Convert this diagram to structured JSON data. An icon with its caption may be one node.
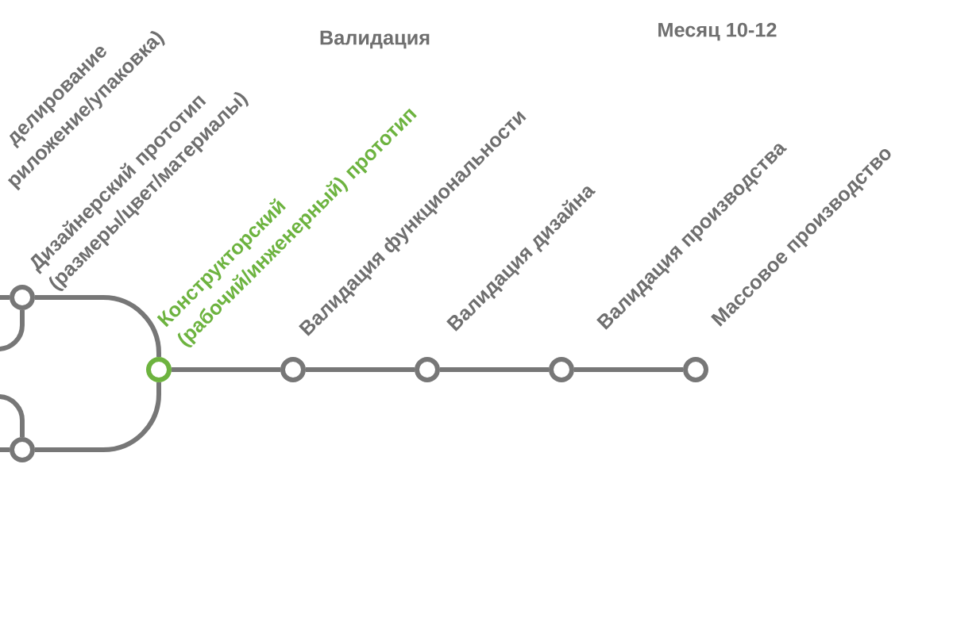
{
  "diagram": {
    "nodes": [
      {
        "text": [],
        "shape": "circle",
        "beside": [
          "Дизайнерский прототип (размеры/цвет/материалы)"
        ]
      },
      {
        "text": [],
        "shape": "circle"
      },
      {
        "text": [],
        "shape": "circle",
        "beside": [
          "Конструкторский (рабочий/инженерный) прототип"
        ]
      },
      {
        "text": [],
        "shape": "circle",
        "beside": [
          "Валидация функциональности"
        ]
      },
      {
        "text": [],
        "shape": "circle",
        "beside": [
          "Валидация дизайна"
        ]
      },
      {
        "text": [],
        "shape": "circle",
        "beside": [
          "Валидация производства"
        ]
      },
      {
        "text": [],
        "shape": "circle",
        "beside": [
          "Массовое производство"
        ]
      }
    ],
    "edges": [
      {
        "from": null,
        "to": 0,
        "arrow": "none"
      },
      {
        "from": 0,
        "to": 2,
        "arrow": "none"
      },
      {
        "from": 0,
        "to": null,
        "arrow": "none"
      },
      {
        "from": null,
        "to": 1,
        "arrow": "none"
      },
      {
        "from": null,
        "to": 1,
        "arrow": "none"
      },
      {
        "from": 1,
        "to": 2,
        "arrow": "none"
      },
      {
        "from": 2,
        "to": 3,
        "arrow": "none"
      },
      {
        "from": 3,
        "to": 4,
        "arrow": "none"
      },
      {
        "from": 4,
        "to": 5,
        "arrow": "none"
      },
      {
        "from": 5,
        "to": 6,
        "arrow": "none"
      }
    ],
    "labels": [
      "делирование",
      "риложение/упаковка)",
      "Валидация",
      "Месяц 10-12"
    ]
  }
}
